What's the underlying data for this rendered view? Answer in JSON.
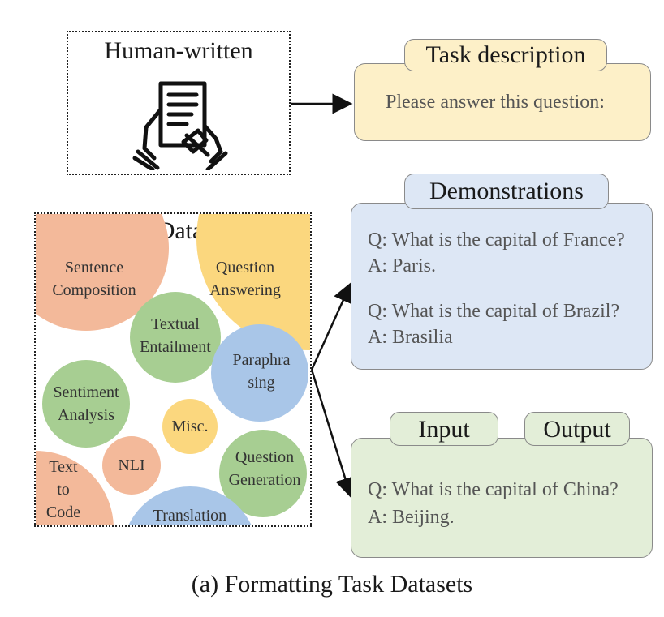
{
  "human": {
    "title": "Human-written"
  },
  "datasets": {
    "title": "NLP  Datasets",
    "circles": {
      "sentence_1": "Sentence",
      "sentence_2": "Composition",
      "qa_1": "Question",
      "qa_2": "Answering",
      "te_1": "Textual",
      "te_2": "Entailment",
      "para_1": "Paraphra",
      "para_2": "sing",
      "sa_1": "Sentiment",
      "sa_2": "Analysis",
      "misc": "Misc.",
      "nli": "NLI",
      "qg_1": "Question",
      "qg_2": "Generation",
      "t2c_1": "Text",
      "t2c_2": "to",
      "t2c_3": "Code",
      "translation": "Translation"
    }
  },
  "task": {
    "tab": "Task description",
    "text": "Please answer this question:"
  },
  "demos": {
    "tab": "Demonstrations",
    "lines": [
      "Q: What is the capital of France?",
      "A: Paris.",
      "Q: What is the capital of Brazil?",
      "A: Brasilia"
    ]
  },
  "io": {
    "tab_input": "Input",
    "tab_output": "Output",
    "lines": [
      "Q: What is the capital of China?",
      "A: Beijing."
    ]
  },
  "caption": "(a) Formatting Task Datasets",
  "colors": {
    "yellow": "#fdf0c8",
    "blue": "#dde7f5",
    "green": "#e3eed8",
    "salmon": "#f3b99a",
    "gold": "#fbd77e",
    "sage": "#a7ce92",
    "sky": "#a9c6e8"
  }
}
